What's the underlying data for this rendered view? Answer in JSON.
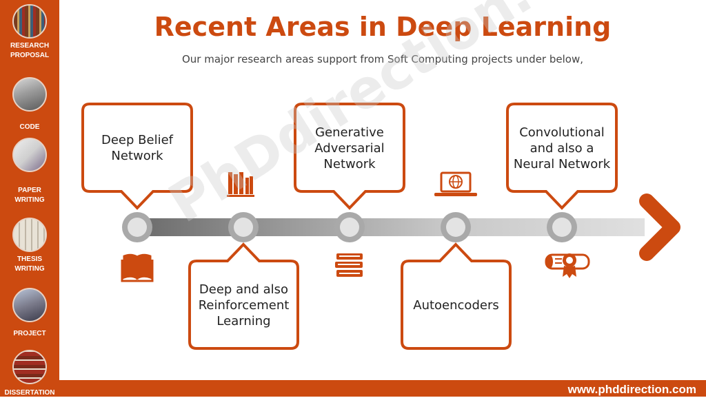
{
  "header": {
    "title": "Recent Areas in Deep Learning",
    "subtitle": "Our major research areas support from Soft Computing projects under below,"
  },
  "sidebar": {
    "items": [
      {
        "label_line1": "RESEARCH",
        "label_line2": "PROPOSAL",
        "icon": "bookshelf-photo"
      },
      {
        "label_line1": "CODE",
        "label_line2": "",
        "icon": "laptop-photo"
      },
      {
        "label_line1": "PAPER",
        "label_line2": "WRITING",
        "icon": "writing-photo"
      },
      {
        "label_line1": "THESIS",
        "label_line2": "WRITING",
        "icon": "thesis-photo"
      },
      {
        "label_line1": "PROJECT",
        "label_line2": "",
        "icon": "project-photo"
      },
      {
        "label_line1": "DISSERTATION",
        "label_line2": "",
        "icon": "books-photo"
      }
    ]
  },
  "timeline": {
    "nodes": [
      {
        "label": "Deep Belief Network",
        "position": "above",
        "icon": "open-book-icon"
      },
      {
        "label": "Deep and also Reinforcement Learning",
        "position": "below",
        "icon": "books-shelf-icon"
      },
      {
        "label": "Generative Adversarial Network",
        "position": "above",
        "icon": "book-stack-icon"
      },
      {
        "label": "Autoencoders",
        "position": "below",
        "icon": "laptop-globe-icon"
      },
      {
        "label": "Convolutional and also a Neural Network",
        "position": "above",
        "icon": "diploma-icon"
      }
    ]
  },
  "watermark": "PhDdirection.com",
  "footer": {
    "url": "www.phddirection.com"
  },
  "colors": {
    "accent": "#cc4a10",
    "bar_dark": "#6a6a6a",
    "bar_light": "#e0e0e0"
  }
}
